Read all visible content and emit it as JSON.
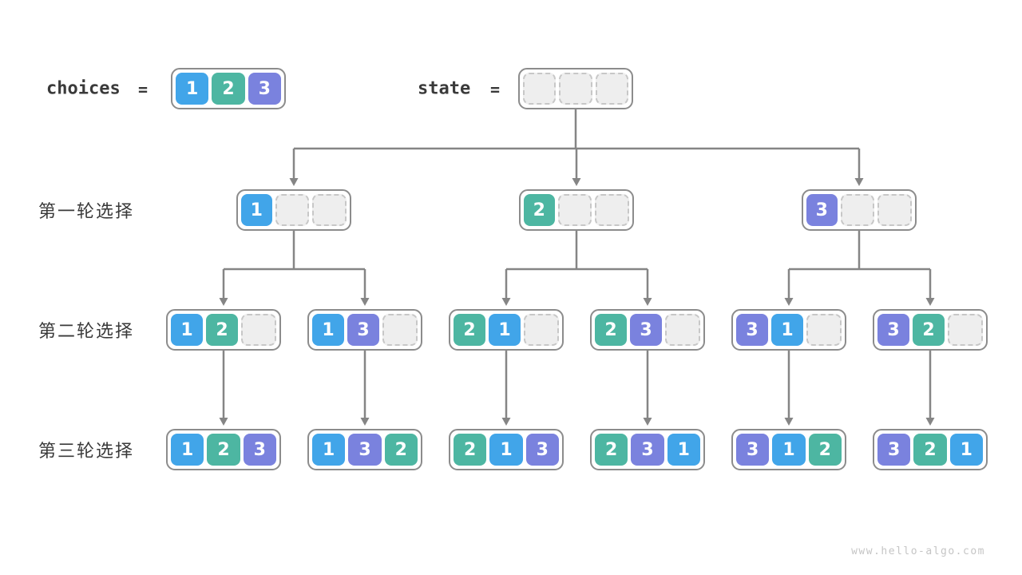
{
  "header": {
    "choices_label": "choices",
    "state_label": "state",
    "equals": "=",
    "choices_cells": [
      "1",
      "2",
      "3"
    ],
    "state_cells": [
      "",
      "",
      ""
    ]
  },
  "rounds": [
    {
      "label": "第一轮选择",
      "boxes": [
        [
          "1",
          "",
          ""
        ],
        [
          "2",
          "",
          ""
        ],
        [
          "3",
          "",
          ""
        ]
      ]
    },
    {
      "label": "第二轮选择",
      "boxes": [
        [
          "1",
          "2",
          ""
        ],
        [
          "1",
          "3",
          ""
        ],
        [
          "2",
          "1",
          ""
        ],
        [
          "2",
          "3",
          ""
        ],
        [
          "3",
          "1",
          ""
        ],
        [
          "3",
          "2",
          ""
        ]
      ]
    },
    {
      "label": "第三轮选择",
      "boxes": [
        [
          "1",
          "2",
          "3"
        ],
        [
          "1",
          "3",
          "2"
        ],
        [
          "2",
          "1",
          "3"
        ],
        [
          "2",
          "3",
          "1"
        ],
        [
          "3",
          "1",
          "2"
        ],
        [
          "3",
          "2",
          "1"
        ]
      ]
    }
  ],
  "footer": {
    "watermark": "www.hello-algo.com"
  },
  "colors": {
    "value_1": "#41A5E9",
    "value_2": "#4DB6A2",
    "value_3": "#7A82DE",
    "empty_fill": "#EEEEEE",
    "empty_border": "#C7C7C7",
    "box_border": "#8C8C8C",
    "connector": "#858585",
    "label_text": "#3A3A3A",
    "watermark_text": "#C5C5C5"
  }
}
